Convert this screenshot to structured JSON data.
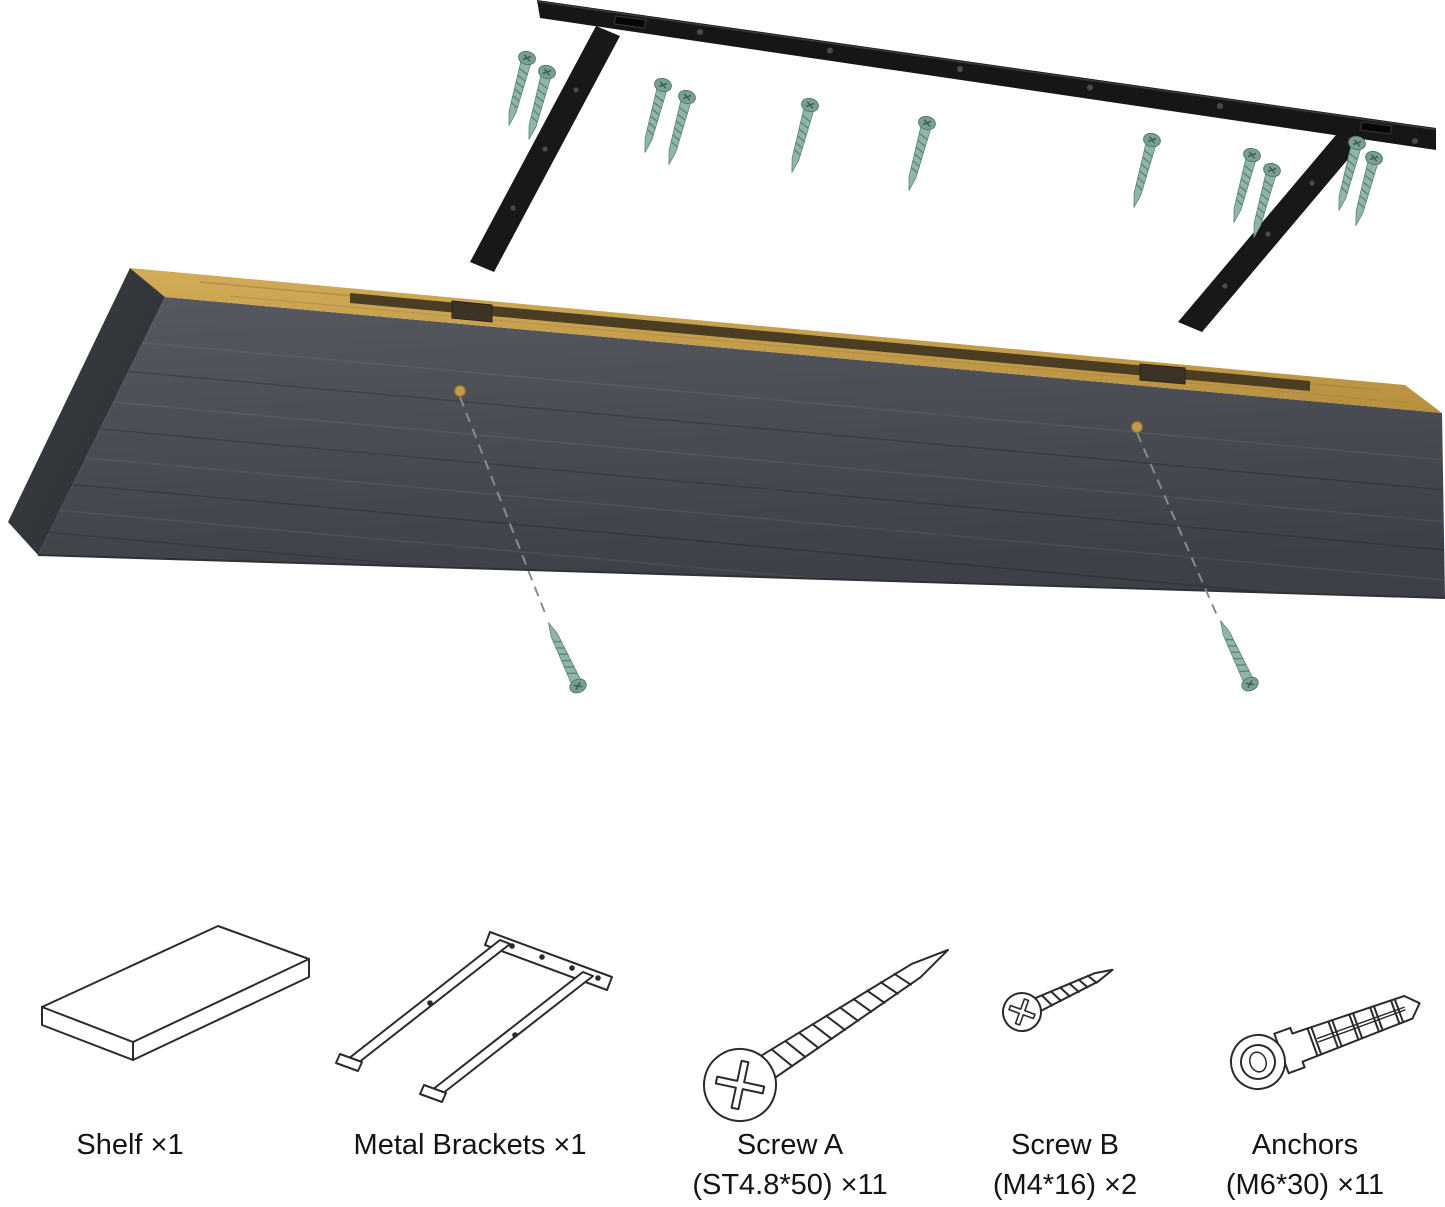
{
  "parts": [
    {
      "icon": "shelf-icon",
      "label": "Shelf ×1",
      "spec": ""
    },
    {
      "icon": "metal-brackets-icon",
      "label": "Metal Brackets ×1",
      "spec": ""
    },
    {
      "icon": "screw-a-icon",
      "label": "Screw A",
      "spec": "(ST4.8*50) ×11"
    },
    {
      "icon": "screw-b-icon",
      "label": "Screw B",
      "spec": "(M4*16) ×2"
    },
    {
      "icon": "anchor-icon",
      "label": "Anchors",
      "spec": "(M6*30) ×11"
    }
  ],
  "colors": {
    "screw_green": "#8fb6a6",
    "wood": "#c9a14e",
    "board_face": "#4b4f55",
    "bracket_black": "#161616",
    "outline": "#2b2b2b"
  }
}
